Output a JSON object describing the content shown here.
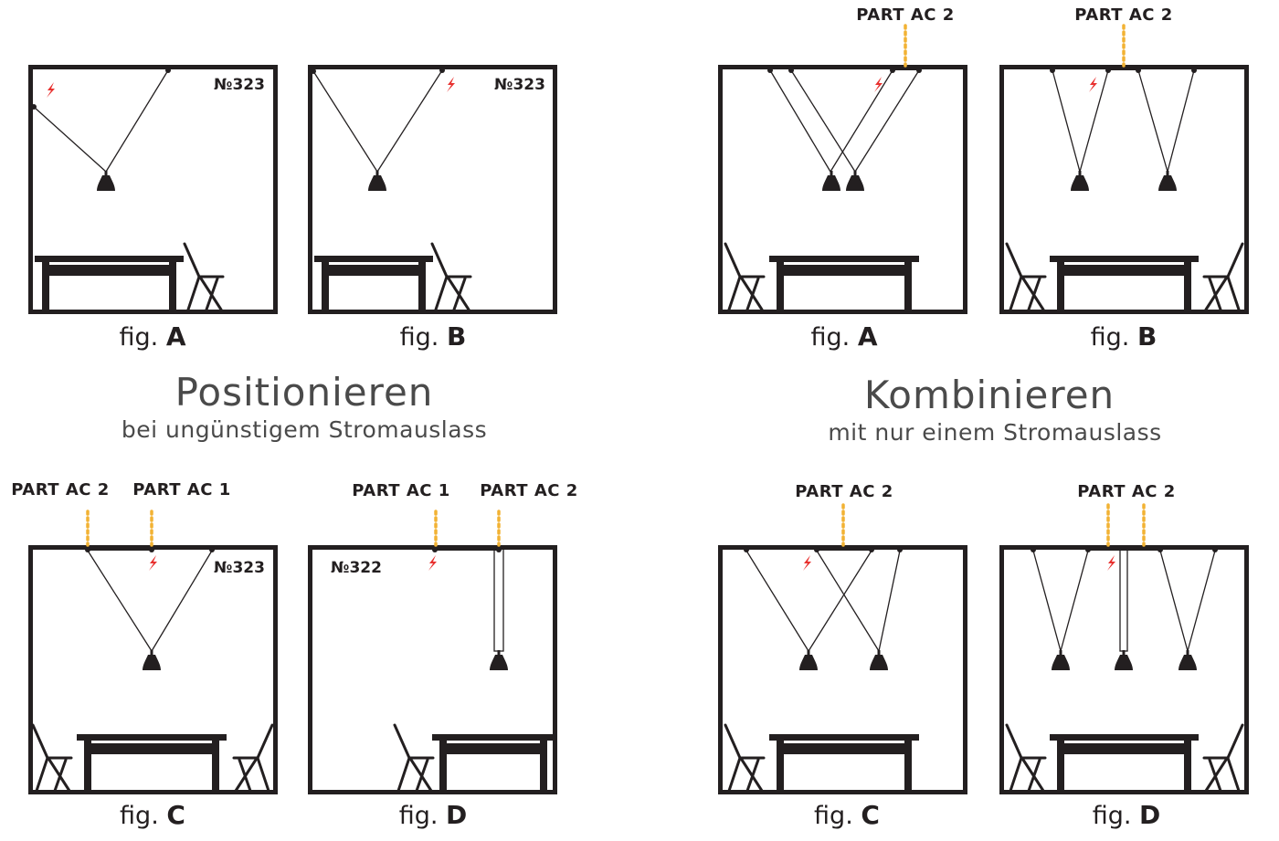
{
  "sections": {
    "positionieren": {
      "title": "Positionieren",
      "subtitle": "bei ungünstigem Stromauslass"
    },
    "kombinieren": {
      "title": "Kombinieren",
      "subtitle": "mit nur einem Stromauslass"
    }
  },
  "fig_prefix": "fig.",
  "panels": [
    {
      "id": "pos-a",
      "letter": "A",
      "model": "№323",
      "parts": []
    },
    {
      "id": "pos-b",
      "letter": "B",
      "model": "№323",
      "parts": []
    },
    {
      "id": "pos-c",
      "letter": "C",
      "model": "№323",
      "parts": [
        "PART AC 2",
        "PART AC 1"
      ]
    },
    {
      "id": "pos-d",
      "letter": "D",
      "model": "№322",
      "parts": [
        "PART AC 1",
        "PART AC 2"
      ]
    },
    {
      "id": "kom-a",
      "letter": "A",
      "model": "",
      "parts": [
        "PART AC 2"
      ]
    },
    {
      "id": "kom-b",
      "letter": "B",
      "model": "",
      "parts": [
        "PART AC 2"
      ]
    },
    {
      "id": "kom-c",
      "letter": "C",
      "model": "",
      "parts": [
        "PART AC 2"
      ]
    },
    {
      "id": "kom-d",
      "letter": "D",
      "model": "",
      "parts": [
        "PART AC 2"
      ]
    }
  ],
  "colors": {
    "ink": "#231f20",
    "power": "#e8312f",
    "dots": "#f2b233",
    "heading": "#4a4a4a"
  },
  "icons": [
    "lightning-icon",
    "pendant-lamp-icon",
    "table-icon",
    "chair-icon"
  ]
}
